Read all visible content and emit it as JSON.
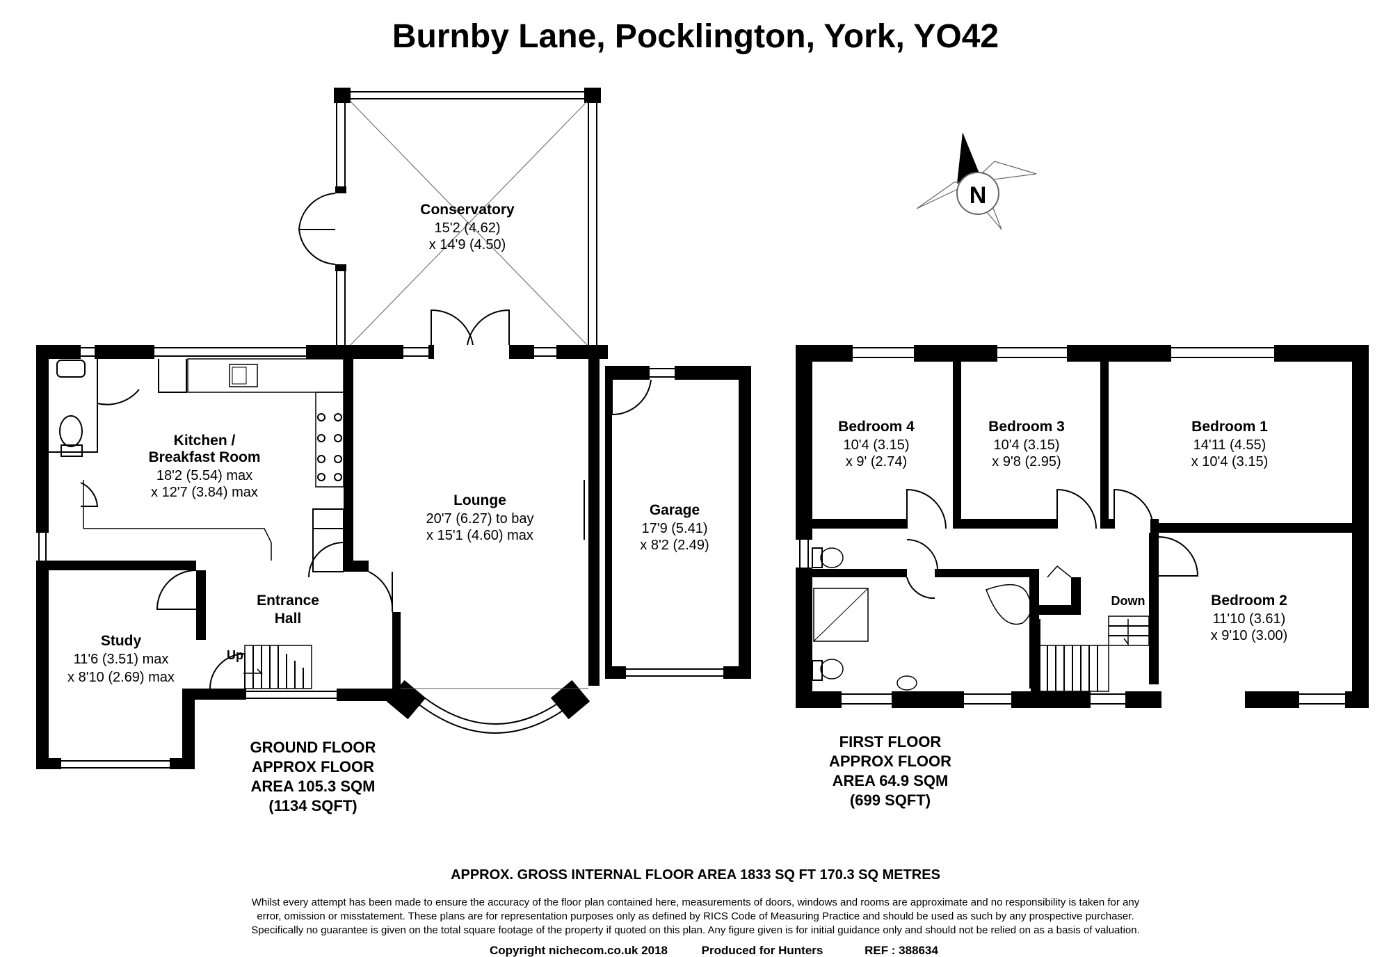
{
  "title": "Burnby Lane, Pocklington, York, YO42",
  "compass": {
    "letter": "N"
  },
  "ground_floor": {
    "label_lines": [
      "GROUND FLOOR",
      "APPROX FLOOR",
      "AREA 105.3 SQM",
      "(1134 SQFT)"
    ],
    "rooms": {
      "conservatory": {
        "name": "Conservatory",
        "dim1": "15'2 (4.62)",
        "dim2": "x 14'9 (4.50)"
      },
      "kitchen": {
        "name1": "Kitchen /",
        "name2": "Breakfast Room",
        "dim1": "18'2 (5.54) max",
        "dim2": "x 12'7 (3.84) max"
      },
      "lounge": {
        "name": "Lounge",
        "dim1": "20'7 (6.27) to bay",
        "dim2": "x 15'1 (4.60) max"
      },
      "garage": {
        "name": "Garage",
        "dim1": "17'9 (5.41)",
        "dim2": "x 8'2 (2.49)"
      },
      "entrance_hall": {
        "name1": "Entrance",
        "name2": "Hall"
      },
      "study": {
        "name": "Study",
        "dim1": "11'6 (3.51) max",
        "dim2": "x 8'10 (2.69) max"
      }
    },
    "stairs_label": "Up"
  },
  "first_floor": {
    "label_lines": [
      "FIRST FLOOR",
      "APPROX FLOOR",
      "AREA 64.9 SQM",
      "(699 SQFT)"
    ],
    "rooms": {
      "bedroom4": {
        "name": "Bedroom 4",
        "dim1": "10'4 (3.15)",
        "dim2": "x 9' (2.74)"
      },
      "bedroom3": {
        "name": "Bedroom 3",
        "dim1": "10'4 (3.15)",
        "dim2": "x 9'8 (2.95)"
      },
      "bedroom1": {
        "name": "Bedroom 1",
        "dim1": "14'11 (4.55)",
        "dim2": "x 10'4 (3.15)"
      },
      "bedroom2": {
        "name": "Bedroom 2",
        "dim1": "11'10 (3.61)",
        "dim2": "x 9'10 (3.00)"
      }
    },
    "stairs_label": "Down"
  },
  "gross_area": "APPROX. GROSS INTERNAL FLOOR AREA 1833 SQ FT 170.3 SQ METRES",
  "disclaimer_lines": [
    "Whilst every attempt has been made to ensure the accuracy of the floor plan contained here, measurements of doors, windows and rooms are approximate and no responsibility is taken for any",
    "error, omission or misstatement. These plans are for representation purposes only as defined by RICS Code of Measuring Practice and should be used as such by any prospective purchaser.",
    "Specifically no guarantee is given on the total square footage of the property if quoted on this plan. Any figure given is for initial guidance only and should not be relied on as a basis of valuation."
  ],
  "footer": {
    "copyright": "Copyright nichecom.co.uk 2018",
    "produced": "Produced for Hunters",
    "ref": "REF : 388634"
  }
}
